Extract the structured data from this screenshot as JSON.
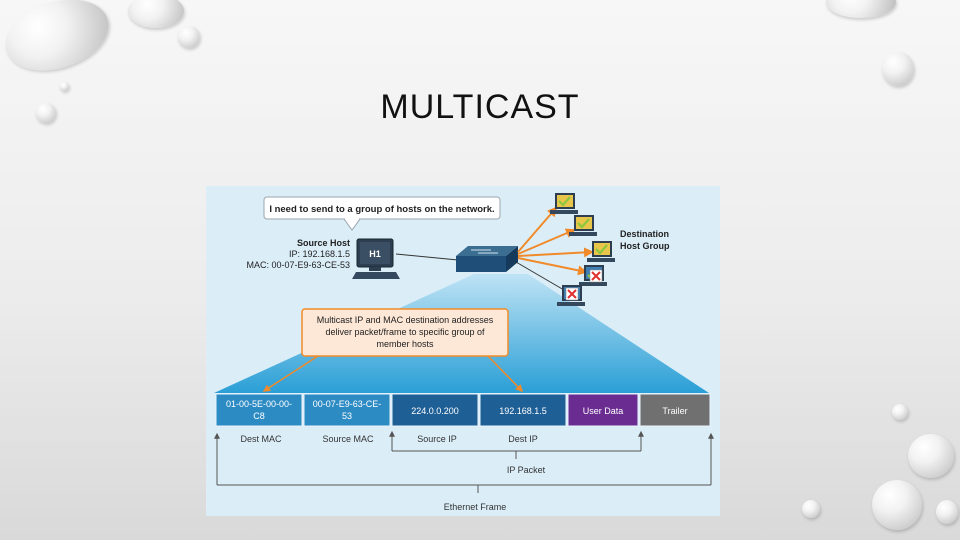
{
  "slide": {
    "title": "MULTICAST"
  },
  "figure": {
    "speech_bubble": "I need to send to a group of hosts on the network.",
    "source": {
      "title": "Source Host",
      "ip": "IP: 192.168.1.5",
      "mac": "MAC: 00-07-E9-63-CE-53",
      "host_label": "H1"
    },
    "destination_group": {
      "line1": "Destination",
      "line2": "Host Group"
    },
    "callout": {
      "line1": "Multicast IP and MAC destination addresses",
      "line2": "deliver packet/frame to specific group of",
      "line3": "member hosts"
    },
    "frame_fields": {
      "dest_mac_line1": "01-00-5E-00-00-",
      "dest_mac_line2": "C8",
      "source_mac_line1": "00-07-E9-63-CE-",
      "source_mac_line2": "53",
      "dest_ip": "224.0.0.200",
      "source_ip": "192.168.1.5",
      "user_data": "User Data",
      "trailer": "Trailer"
    },
    "field_labels": {
      "dest_mac": "Dest MAC",
      "source_mac": "Source MAC",
      "source_ip": "Source IP",
      "dest_ip": "Dest IP",
      "ip_packet": "IP Packet",
      "ethernet_frame": "Ethernet Frame"
    },
    "colors": {
      "panel": "#dbeef8",
      "trapezoid": "#2a9fd6",
      "mac_field": "#2d8bc4",
      "ip_field": "#1e5f95",
      "user_data": "#6a2c91",
      "trailer": "#707070",
      "callout_border": "#f28c28",
      "check": "#8dc63f",
      "cross": "#e03030"
    }
  }
}
